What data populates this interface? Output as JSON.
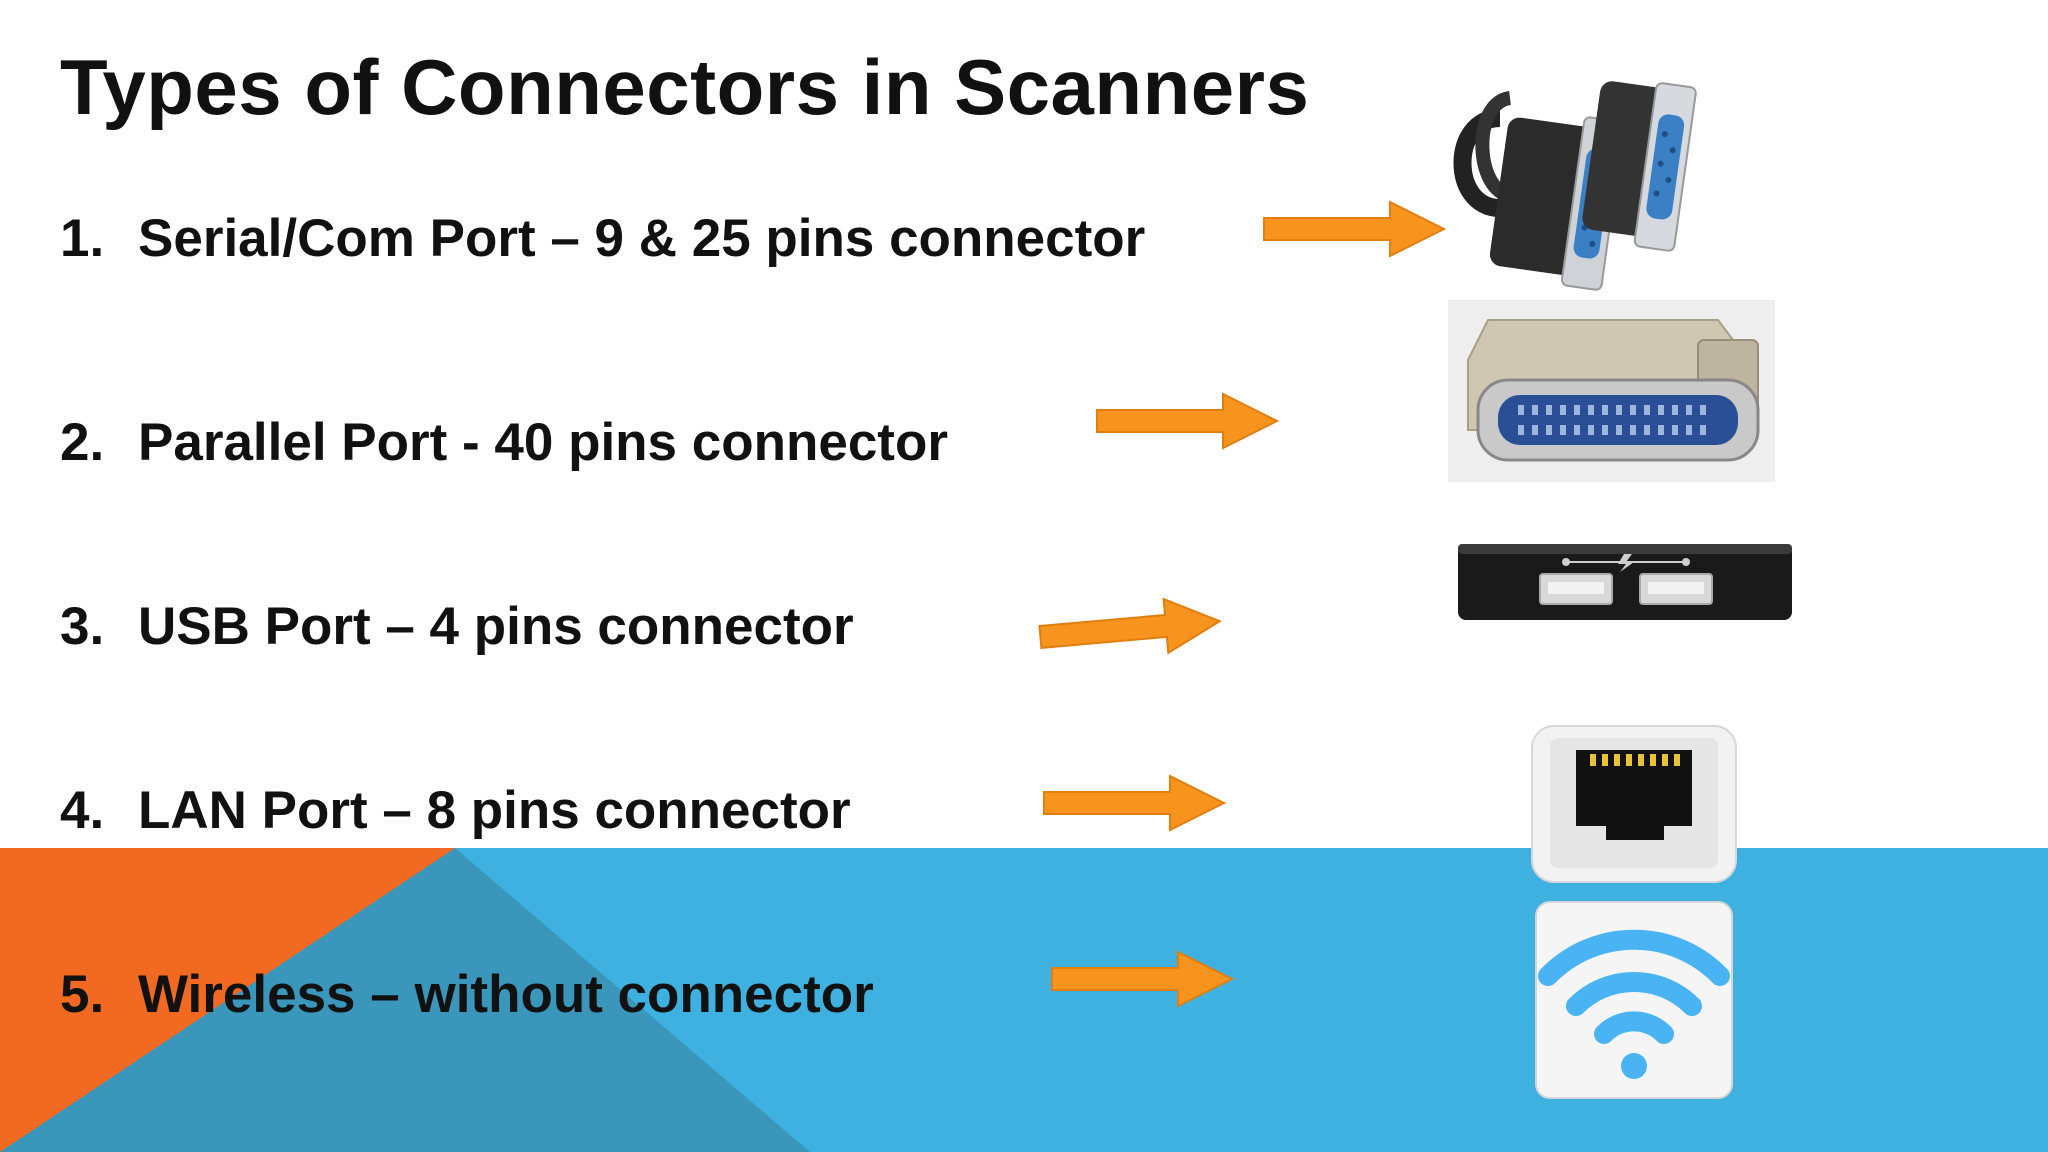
{
  "slide": {
    "title": "Types of Connectors in Scanners",
    "items": [
      {
        "number": "1.",
        "text": "Serial/Com  Port – 9 & 25 pins connector",
        "icon": "serial-port-icon"
      },
      {
        "number": "2.",
        "text": "Parallel Port  - 40 pins connector",
        "icon": "parallel-port-icon"
      },
      {
        "number": "3.",
        "text": "USB Port – 4 pins connector",
        "icon": "usb-port-icon"
      },
      {
        "number": "4.",
        "text": "LAN Port – 8 pins connector",
        "icon": "lan-port-icon"
      },
      {
        "number": "5.",
        "text": "Wireless – without connector",
        "icon": "wifi-icon"
      }
    ]
  },
  "colors": {
    "band": "#3fb1e0",
    "accent_orange": "#f26a21",
    "accent_dark_blue": "#3a96ba",
    "arrow": "#f7941d",
    "text": "#111111"
  }
}
